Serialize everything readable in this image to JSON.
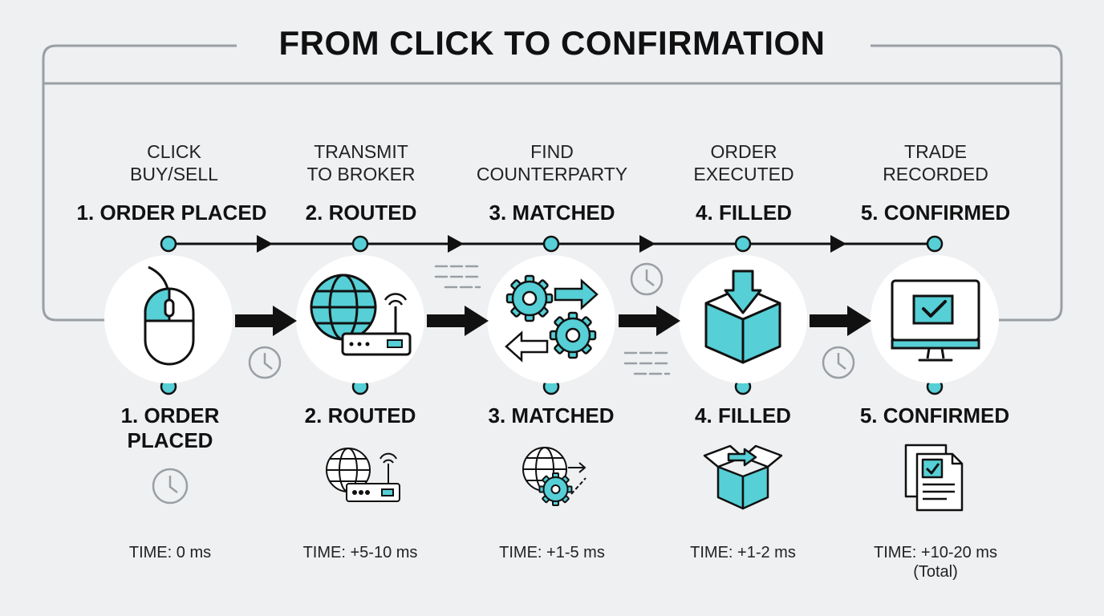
{
  "title": "FROM CLICK TO CONFIRMATION",
  "colors": {
    "accent": "#56cfd6",
    "dark": "#111111",
    "frame": "#9a9fa5",
    "background": "#eef0f2"
  },
  "steps": [
    {
      "desc": "CLICK\nBUY/SELL",
      "label": "1. ORDER PLACED",
      "bottom_label": "1. ORDER\nPLACED",
      "time": "TIME: 0 ms",
      "icon": "mouse-icon",
      "small_icon": "clock-icon"
    },
    {
      "desc": "TRANSMIT\nTO BROKER",
      "label": "2. ROUTED",
      "bottom_label": "2. ROUTED",
      "time": "TIME: +5-10 ms",
      "icon": "globe-router-icon",
      "small_icon": "globe-router-icon"
    },
    {
      "desc": "FIND\nCOUNTERPARTY",
      "label": "3. MATCHED",
      "bottom_label": "3. MATCHED",
      "time": "TIME: +1-5 ms",
      "icon": "gears-arrows-icon",
      "small_icon": "globe-gear-icon"
    },
    {
      "desc": "ORDER\nEXECUTED",
      "label": "4. FILLED",
      "bottom_label": "4. FILLED",
      "time": "TIME: +1-2 ms",
      "icon": "box-down-arrow-icon",
      "small_icon": "open-box-icon"
    },
    {
      "desc": "TRADE\nRECORDED",
      "label": "5. CONFIRMED",
      "bottom_label": "5. CONFIRMED",
      "time": "TIME: +10-20 ms\n(Total)",
      "icon": "monitor-check-icon",
      "small_icon": "document-check-icon"
    }
  ]
}
